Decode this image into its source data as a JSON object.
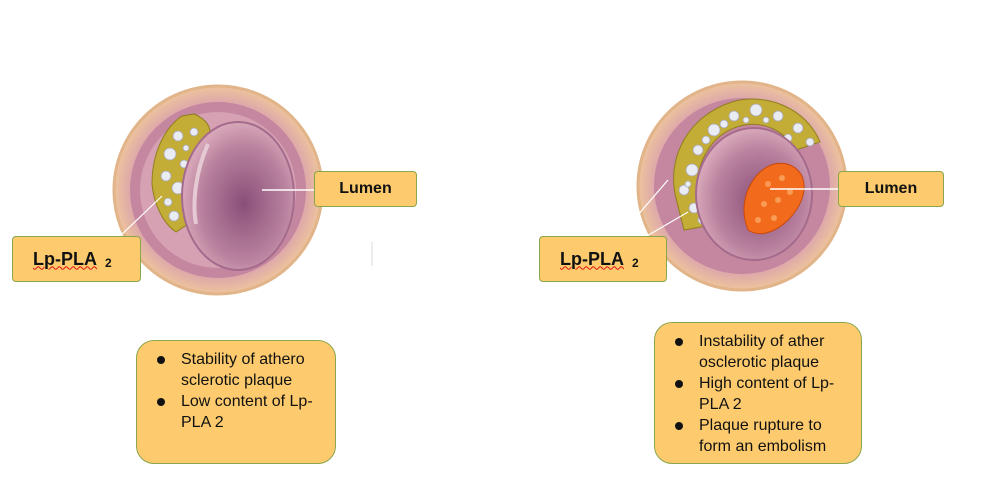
{
  "left_panel": {
    "lumen_label": "Lumen",
    "marker_label": "Lp-PLA",
    "marker_subscript": "2",
    "notes": [
      "Stability of athero sclerotic plaque",
      "Low content of Lp-PLA 2"
    ]
  },
  "right_panel": {
    "lumen_label": "Lumen",
    "marker_label": "Lp-PLA",
    "marker_subscript": "2",
    "notes": [
      "Instability of ather osclerotic plaque",
      "High content of Lp-PLA 2",
      "Plaque rupture to form an embolism"
    ]
  },
  "colors": {
    "label_fill": "#fdcb6e",
    "label_border": "#8aa64a",
    "vessel_outer": "#e7b98e",
    "vessel_wall": "#c98aa6",
    "lumen": "#b37a9c",
    "lipid": "#c9b23a",
    "rupture": "#f26a1b"
  }
}
